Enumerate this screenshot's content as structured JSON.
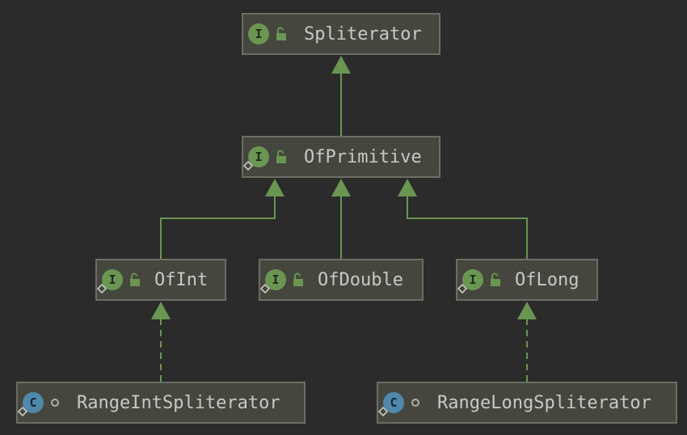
{
  "diagram": {
    "nodes": [
      {
        "id": "spliterator",
        "label": "Spliterator",
        "badge": "I",
        "kind": "interface",
        "access": "public",
        "nested": false
      },
      {
        "id": "of-primitive",
        "label": "OfPrimitive",
        "badge": "I",
        "kind": "interface",
        "access": "public",
        "nested": true
      },
      {
        "id": "of-int",
        "label": "OfInt",
        "badge": "I",
        "kind": "interface",
        "access": "public",
        "nested": true
      },
      {
        "id": "of-double",
        "label": "OfDouble",
        "badge": "I",
        "kind": "interface",
        "access": "public",
        "nested": true
      },
      {
        "id": "of-long",
        "label": "OfLong",
        "badge": "I",
        "kind": "interface",
        "access": "public",
        "nested": true
      },
      {
        "id": "range-int-spliterator",
        "label": "RangeIntSpliterator",
        "badge": "C",
        "kind": "class",
        "access": "package-private",
        "nested": true
      },
      {
        "id": "range-long-spliterator",
        "label": "RangeLongSpliterator",
        "badge": "C",
        "kind": "class",
        "access": "package-private",
        "nested": true
      }
    ],
    "edges": [
      {
        "from": "of-primitive",
        "to": "spliterator",
        "type": "extends"
      },
      {
        "from": "of-int",
        "to": "of-primitive",
        "type": "extends"
      },
      {
        "from": "of-double",
        "to": "of-primitive",
        "type": "extends"
      },
      {
        "from": "of-long",
        "to": "of-primitive",
        "type": "extends"
      },
      {
        "from": "range-int-spliterator",
        "to": "of-int",
        "type": "implements"
      },
      {
        "from": "range-long-spliterator",
        "to": "of-long",
        "type": "implements"
      }
    ]
  },
  "colors": {
    "background": "#2b2b2b",
    "node_fill": "#45463e",
    "node_border": "#6c6d63",
    "text": "#c8c9c3",
    "edge": "#6a9652",
    "interface_badge": "#6a9652",
    "class_badge": "#4f88ab"
  }
}
